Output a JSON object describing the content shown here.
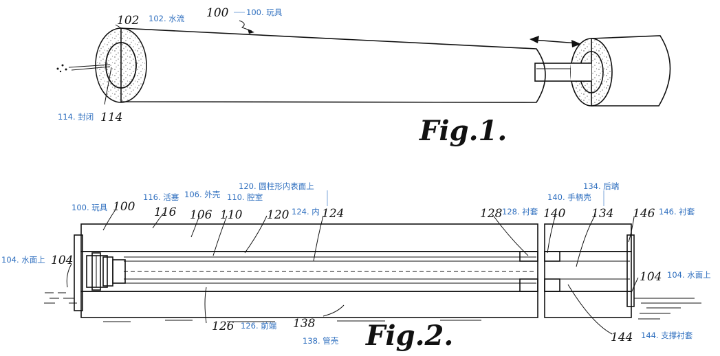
{
  "figure_labels": {
    "fig1": "Fig.1.",
    "fig2": "Fig.2."
  },
  "part_numbers": {
    "n100_fig1": "100",
    "n102": "102",
    "n114": "114",
    "n100_fig2": "100",
    "n116": "116",
    "n106": "106",
    "n110": "110",
    "n120": "120",
    "n124": "124",
    "n128": "128",
    "n140": "140",
    "n134": "134",
    "n146": "146",
    "n104_left": "104",
    "n104_right": "104",
    "n126": "126",
    "n138": "138",
    "n144": "144"
  },
  "annotations": {
    "a100_fig1": "100. 玩具",
    "a102": "102. 水流",
    "a114": "114. 封闭",
    "a120": "120. 圆柱形内表面上",
    "a134": "134. 后端",
    "a100_fig2": "100. 玩具",
    "a116": "116. 活塞",
    "a106": "106. 外壳",
    "a110": "110. 腔室",
    "a124": "124. 内",
    "a140": "140. 手柄壳",
    "a128": "128. 衬套",
    "a146": "146. 衬套",
    "a104_left": "104. 水面上",
    "a104_right": "104. 水面上",
    "a126": "126. 前端",
    "a138": "138. 管壳",
    "a144": "144. 支撑衬套"
  }
}
